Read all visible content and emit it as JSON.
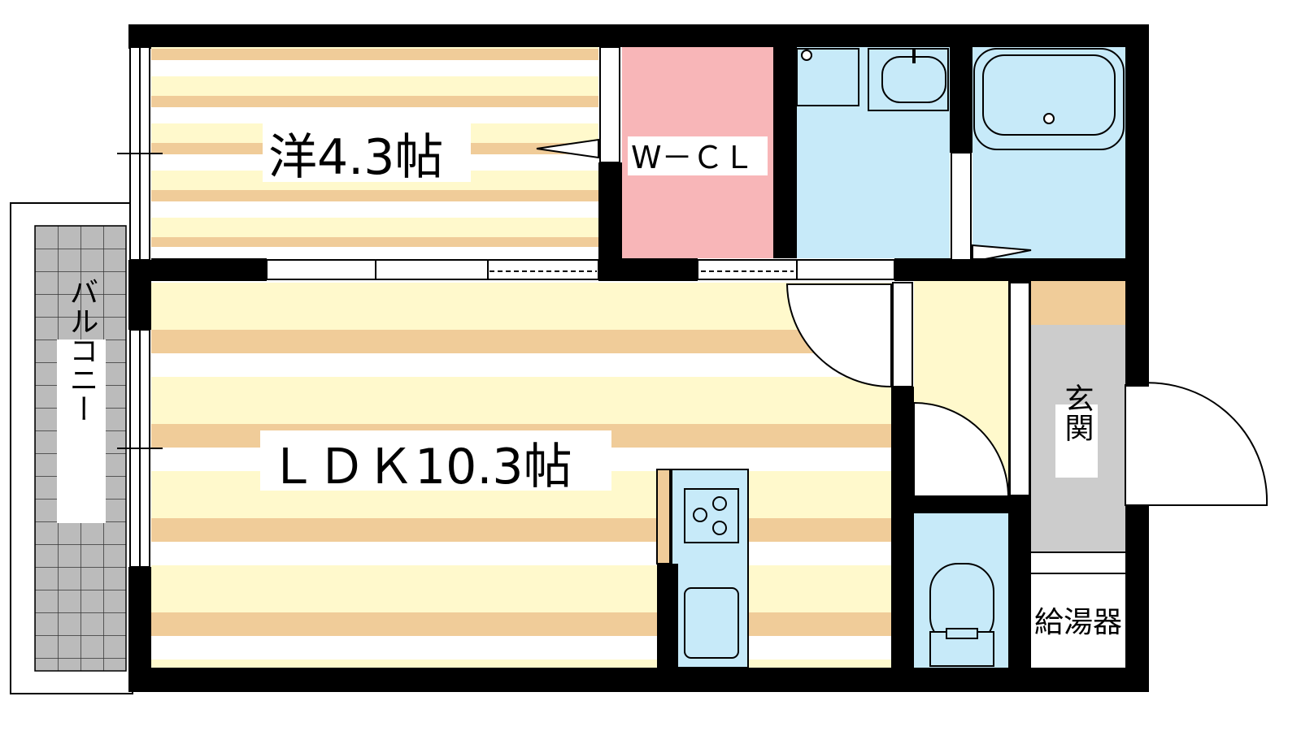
{
  "rooms": {
    "western": {
      "label": "洋4.3帖"
    },
    "ldk": {
      "label": "ＬＤＫ10.3帖"
    },
    "wcl": {
      "label": "W－ＣＬ"
    },
    "entrance": {
      "label": "玄関"
    },
    "water_heater": {
      "label": "給湯器"
    },
    "balcony": {
      "label": "バルコニー"
    }
  },
  "colors": {
    "wall": "#000000",
    "stripe_cream": "#fff9cc",
    "stripe_tan": "#f0cc99",
    "closet_pink": "#f8b6b8",
    "wet_blue": "#c7eaf9",
    "entry_gray": "#cccccc",
    "balcony_gray": "#bbbbbb"
  }
}
